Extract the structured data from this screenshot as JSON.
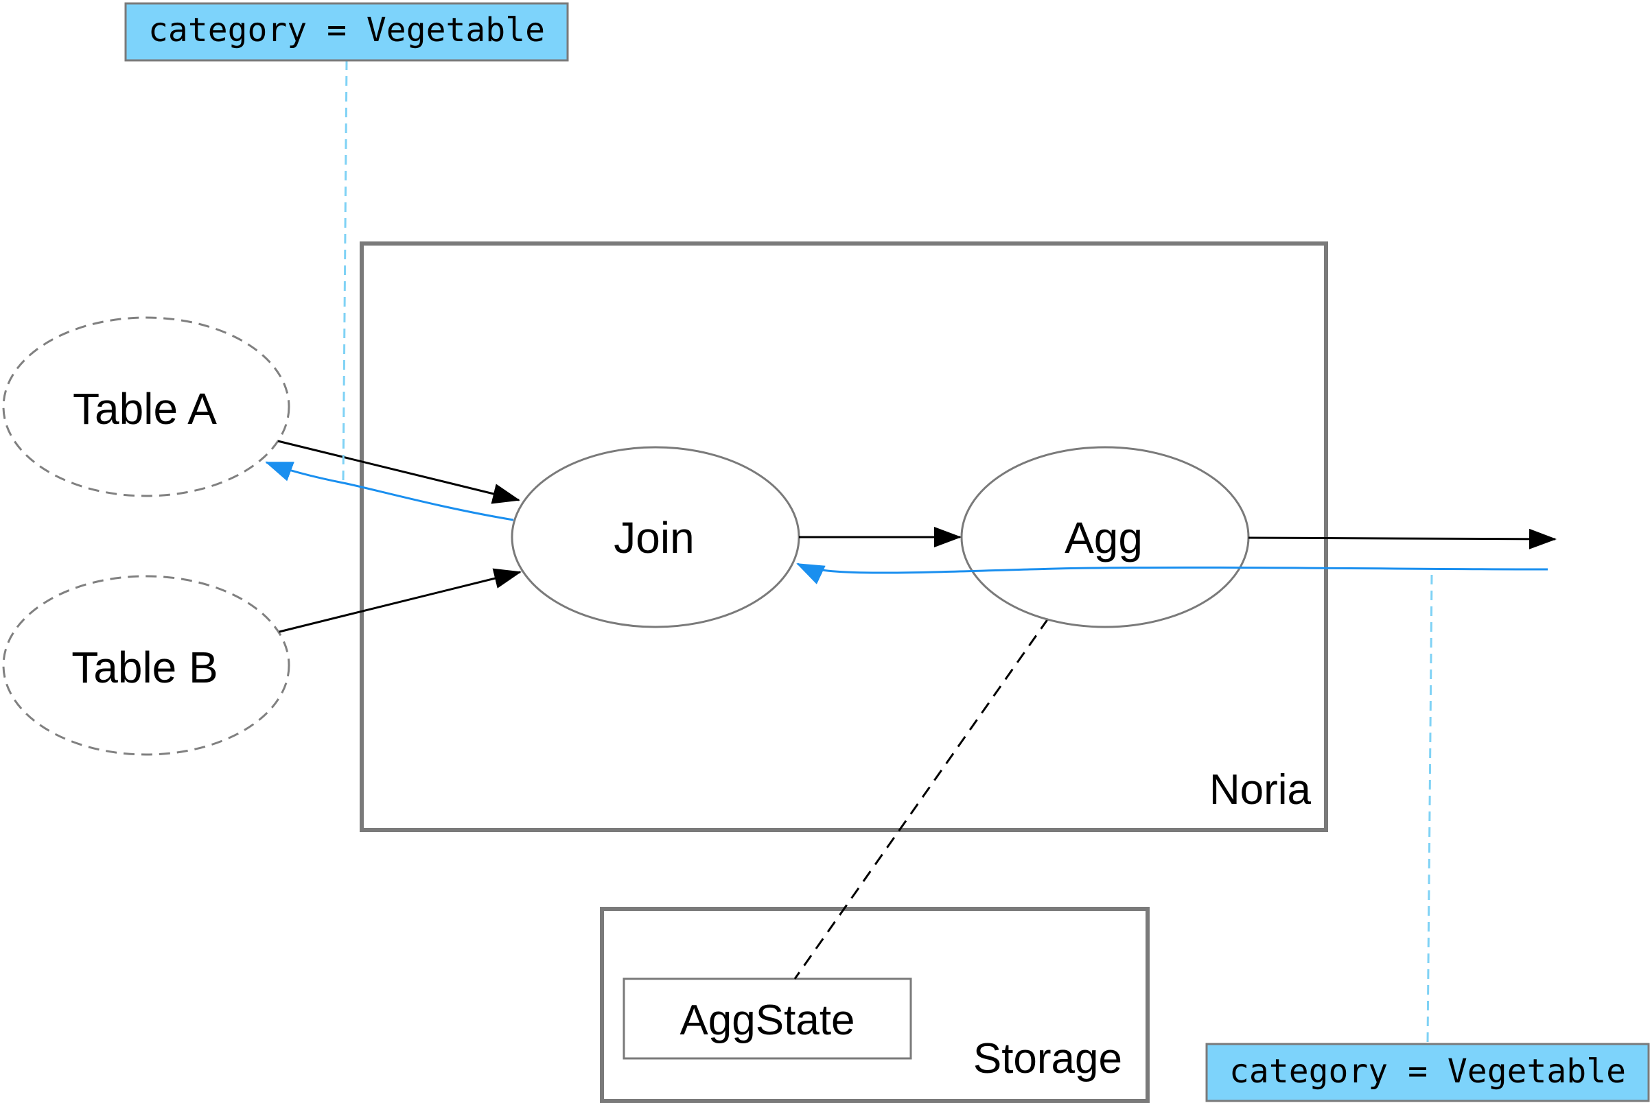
{
  "colors": {
    "black": "#000000",
    "gray": "#7a7a7a",
    "dashed_gray": "#808080",
    "highlight_blue": "#1a8fef",
    "label_fill": "#7dd3fb",
    "callout_line": "#7fd2f5"
  },
  "nodes": {
    "table_a": "Table A",
    "table_b": "Table B",
    "join": "Join",
    "agg": "Agg"
  },
  "containers": {
    "noria": "Noria",
    "storage": "Storage",
    "agg_state": "AggState"
  },
  "callouts": {
    "top": "category = Vegetable",
    "bottom": "category = Vegetable"
  }
}
